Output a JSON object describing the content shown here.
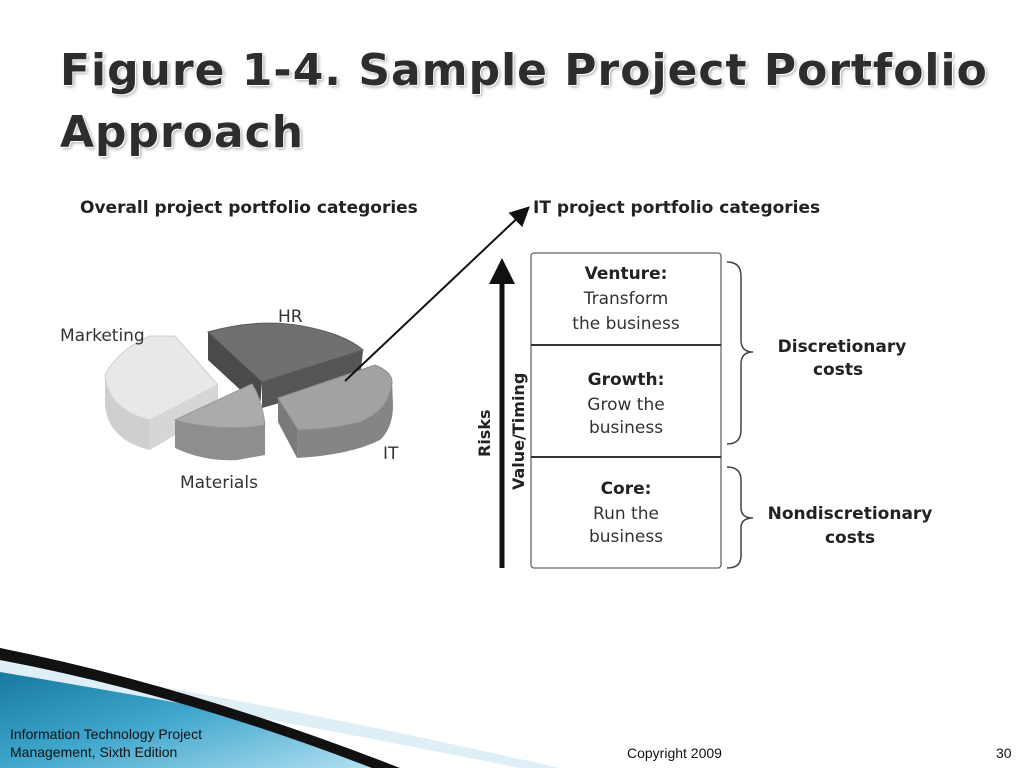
{
  "slide": {
    "title_line1": "Figure 1-4. Sample Project Portfolio",
    "title_line2": "Approach"
  },
  "figure": {
    "left_heading": "Overall project portfolio categories",
    "right_heading": "IT project portfolio categories",
    "pie_labels": {
      "marketing": "Marketing",
      "hr": "HR",
      "materials": "Materials",
      "it": "IT"
    },
    "axis": {
      "risks": "Risks",
      "value_timing": "Value/Timing"
    },
    "boxes": [
      {
        "title": "Venture:",
        "line1": "Transform",
        "line2": "the business"
      },
      {
        "title": "Growth:",
        "line1": "Grow the",
        "line2": "business"
      },
      {
        "title": "Core:",
        "line1": "Run the",
        "line2": "business"
      }
    ],
    "brackets": {
      "discretionary_line1": "Discretionary",
      "discretionary_line2": "costs",
      "nondiscretionary_line1": "Nondiscretionary",
      "nondiscretionary_line2": "costs"
    },
    "colors": {
      "marketing": "#e6e6e6",
      "hr": "#707070",
      "materials": "#a9a9a9",
      "it": "#9c9c9c"
    }
  },
  "footer": {
    "book_line1": "Information Technology Project",
    "book_line2": "Management, Sixth Edition",
    "copyright": "Copyright 2009",
    "page_number": "30"
  }
}
